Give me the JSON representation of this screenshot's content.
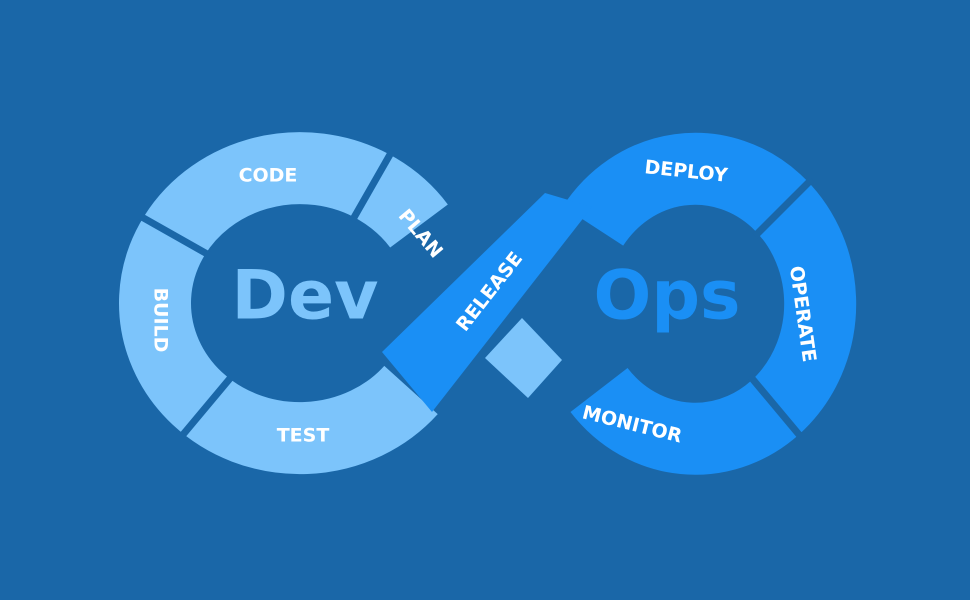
{
  "colors": {
    "background": "#1a67a8",
    "dev_loop": "#7cc4fb",
    "ops_loop": "#1a8ff5",
    "label": "#ffffff"
  },
  "diagram": {
    "dev_title": "Dev",
    "ops_title": "Ops",
    "stages": {
      "plan": "PLAN",
      "code": "CODE",
      "build": "BUILD",
      "test": "TEST",
      "release": "RELEASE",
      "deploy": "DEPLOY",
      "operate": "OPERATE",
      "monitor": "MONITOR"
    }
  }
}
